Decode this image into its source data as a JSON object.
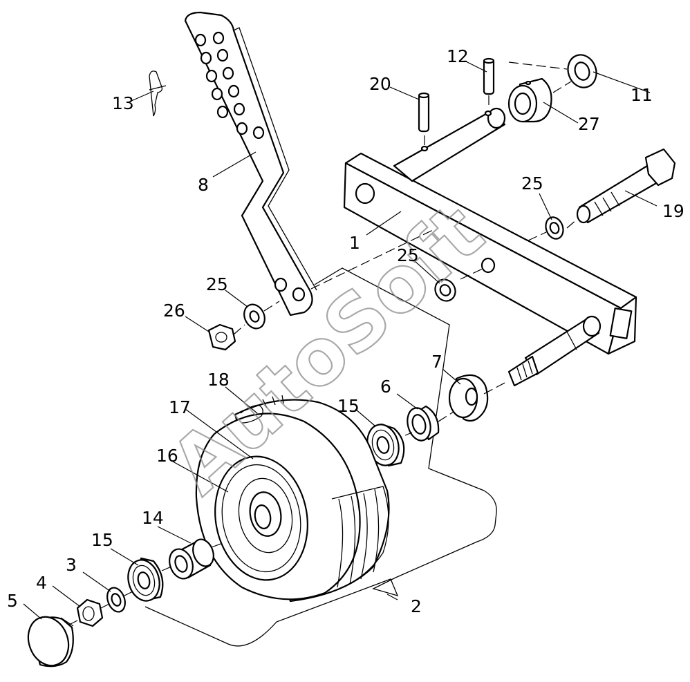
{
  "watermark": "AutoSoft",
  "callouts": {
    "p1": "1",
    "p2": "2",
    "p3": "3",
    "p4": "4",
    "p5": "5",
    "p6": "6",
    "p7": "7",
    "p8": "8",
    "p11": "11",
    "p12": "12",
    "p13": "13",
    "p14": "14",
    "p15a": "15",
    "p15b": "15",
    "p16": "16",
    "p17": "17",
    "p18": "18",
    "p19": "19",
    "p20": "20",
    "p25a": "25",
    "p25b": "25",
    "p25c": "25",
    "p26": "26",
    "p27": "27"
  }
}
